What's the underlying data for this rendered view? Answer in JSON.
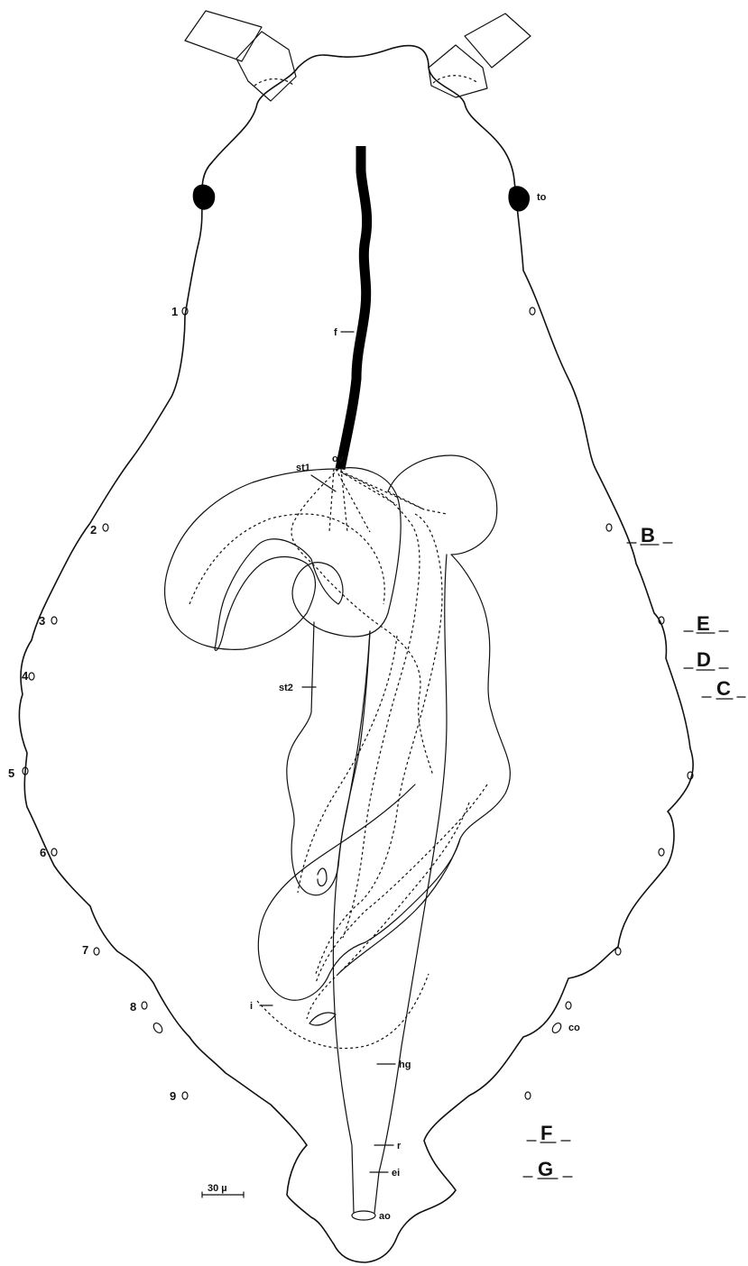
{
  "structure_labels": {
    "to": "to",
    "f": "f",
    "st1": "st1",
    "ov": "ov",
    "st2": "st2",
    "i": "i",
    "hg": "hg",
    "r": "r",
    "ei": "ei",
    "ao": "ao",
    "co": "co"
  },
  "segment_numbers": [
    "1",
    "2",
    "3",
    "4",
    "5",
    "6",
    "7",
    "8",
    "9"
  ],
  "section_labels": [
    "B",
    "E",
    "D",
    "C",
    "F",
    "G"
  ],
  "scale_bar": {
    "label": "30 µ"
  }
}
